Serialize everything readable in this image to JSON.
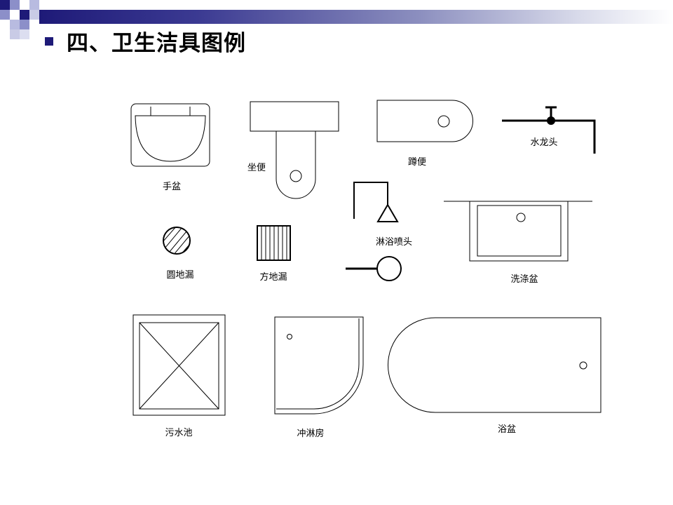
{
  "title": "四、卫生洁具图例",
  "fixtures": {
    "hand_basin": "手盆",
    "toilet": "坐便",
    "squat_toilet": "蹲便",
    "faucet": "水龙头",
    "round_floor_drain": "圆地漏",
    "square_floor_drain": "方地漏",
    "shower_head": "淋浴喷头",
    "wash_basin": "洗涤盆",
    "mop_sink": "污水池",
    "shower_room": "冲淋房",
    "bathtub": "浴盆"
  },
  "colors": {
    "accent": "#1e1a78"
  }
}
